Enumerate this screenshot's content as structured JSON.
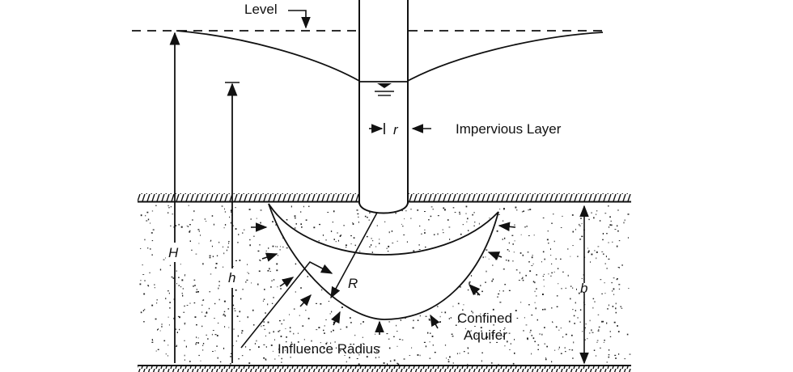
{
  "labels": {
    "level": "Level",
    "impervious_layer": "Impervious Layer",
    "confined_aquifer_line1": "Confined",
    "confined_aquifer_line2": "Aquifer",
    "influence_radius": "Influence Radius",
    "H": "H",
    "h": "h",
    "b": "b",
    "R": "R",
    "r": "r"
  }
}
